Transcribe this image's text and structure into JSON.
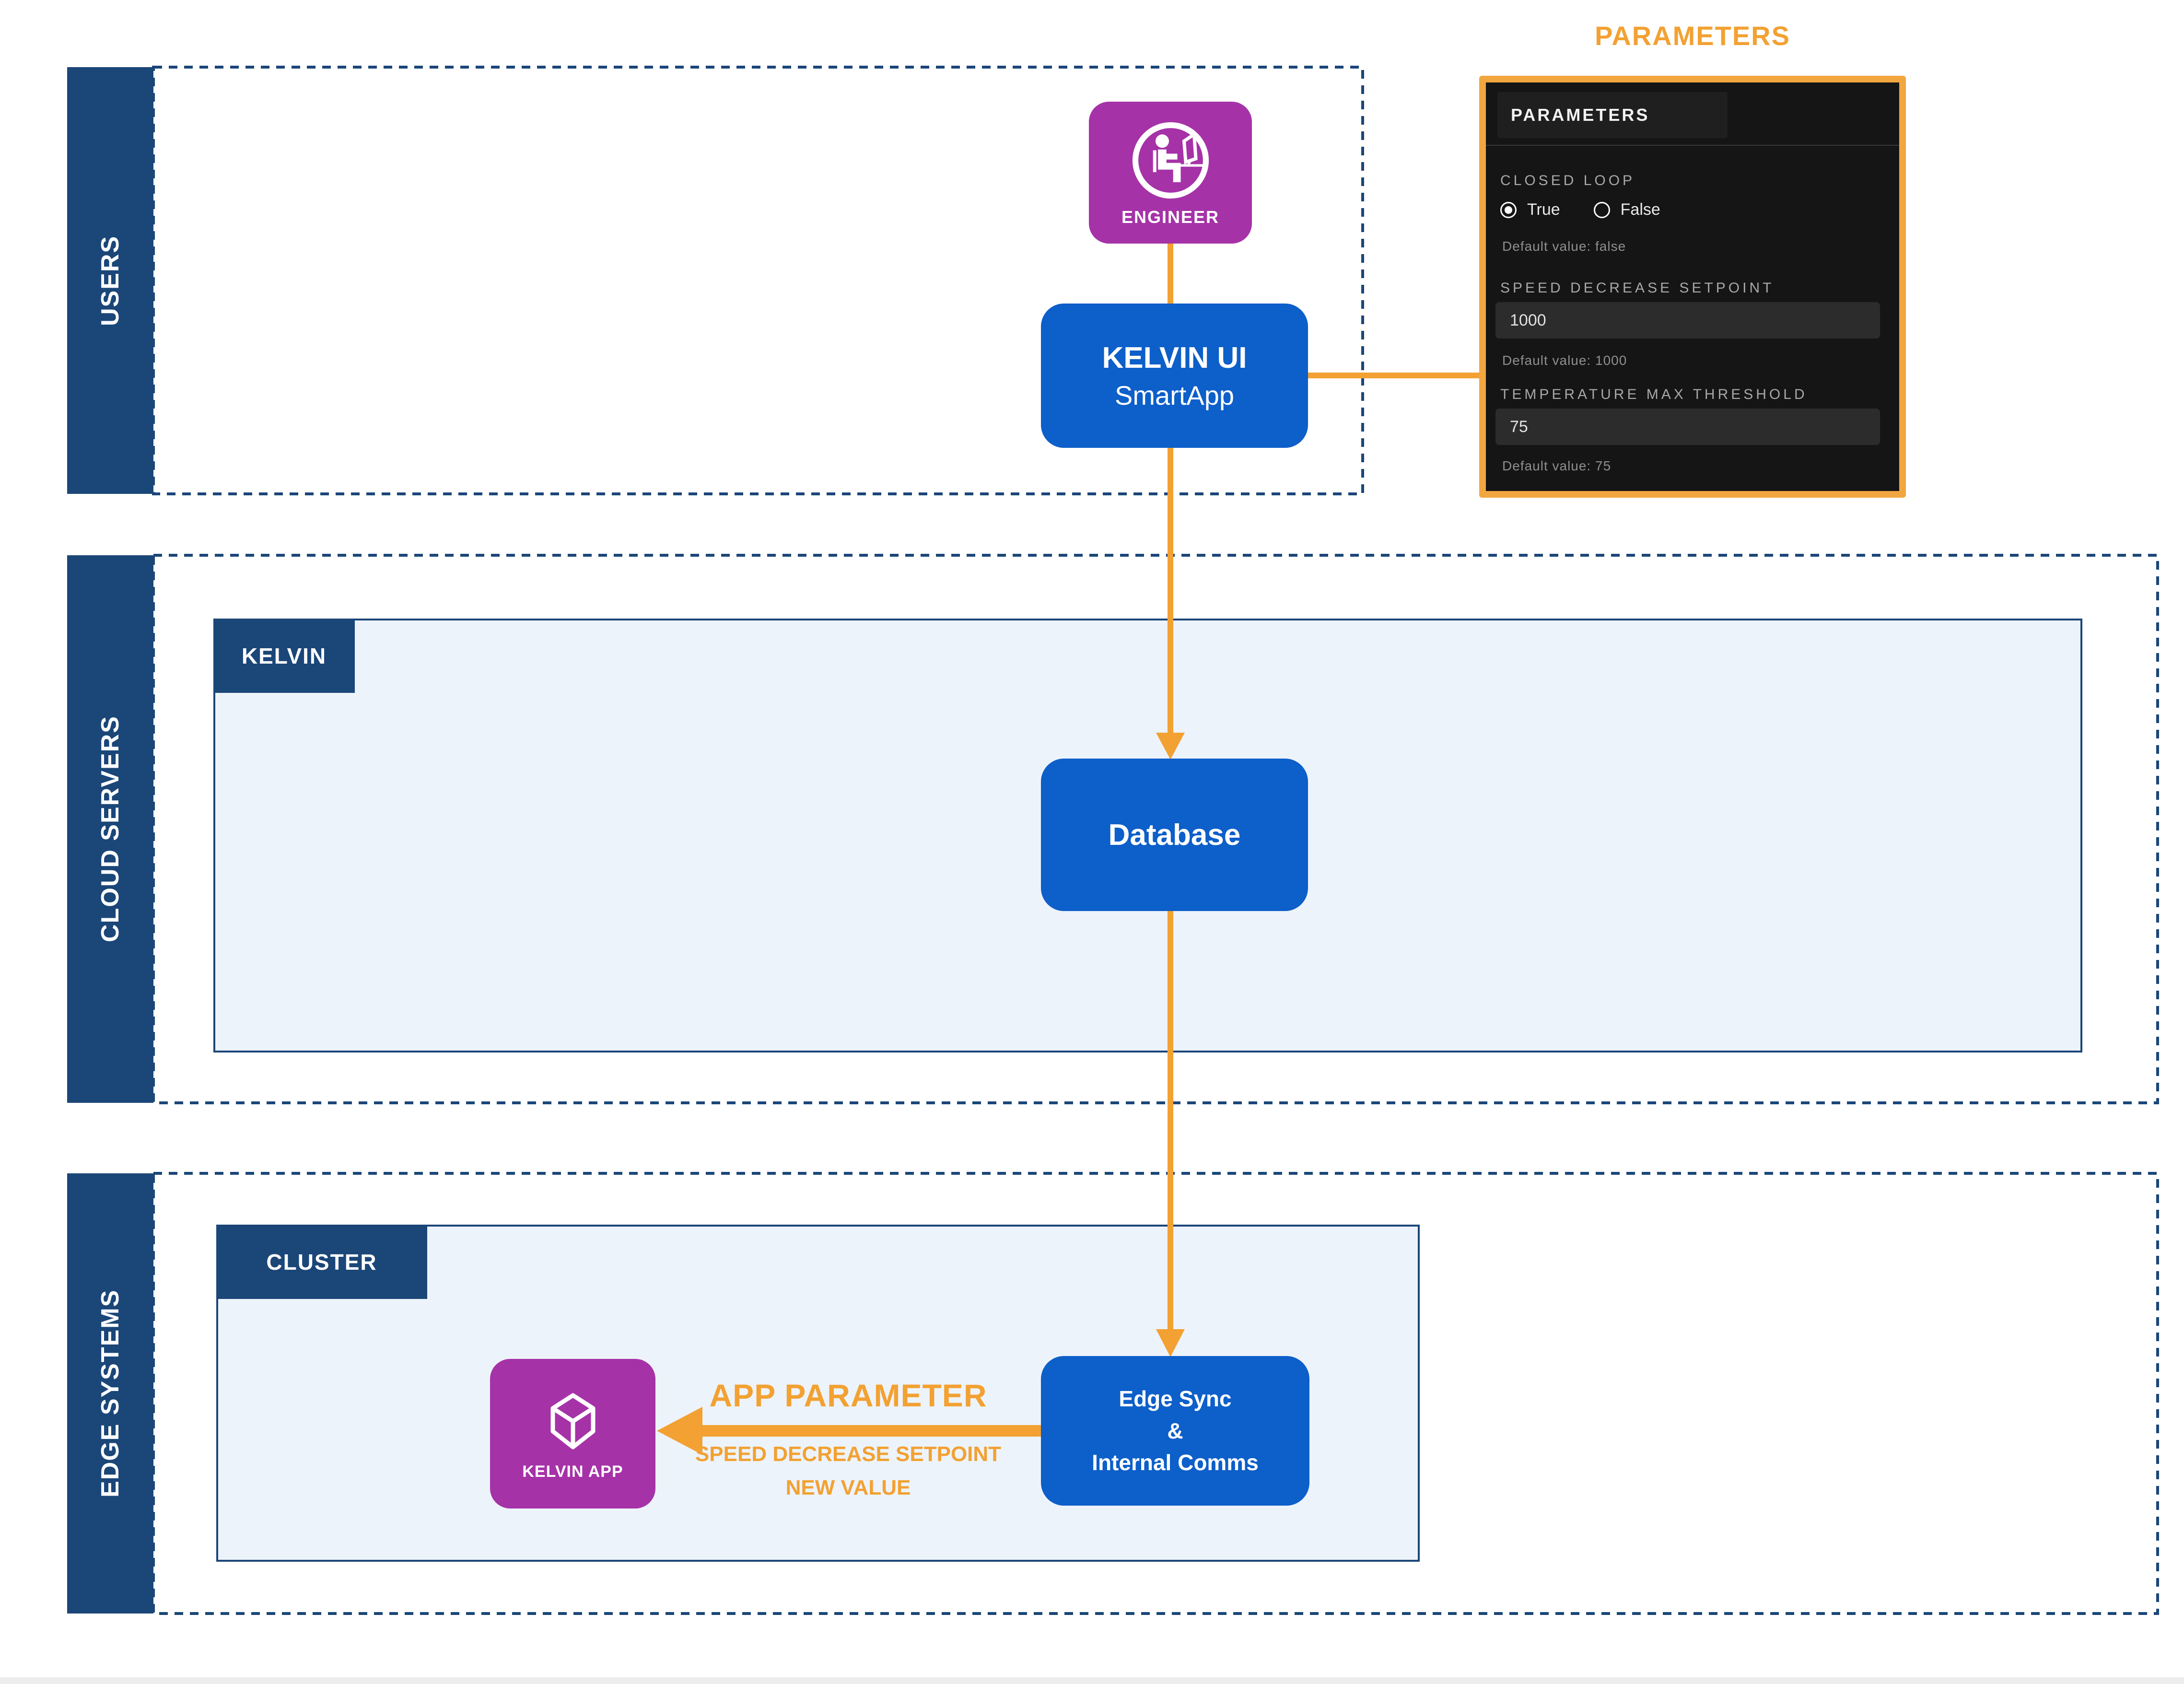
{
  "colors": {
    "navy": "#1B4678",
    "blue": "#0D5FC9",
    "purple": "#A632A8",
    "orange": "#F2A132",
    "panel_bg": "#EDF3FA",
    "dark_panel": "#151515"
  },
  "parameters_title": "PARAMETERS",
  "bands": [
    {
      "label": "USERS"
    },
    {
      "label": "CLOUD SERVERS"
    },
    {
      "label": "EDGE SYSTEMS"
    }
  ],
  "panels": {
    "kelvin": {
      "tab": "KELVIN"
    },
    "cluster": {
      "tab": "CLUSTER"
    }
  },
  "nodes": {
    "engineer": {
      "label": "ENGINEER"
    },
    "kelvin_ui": {
      "title": "KELVIN UI",
      "subtitle": "SmartApp"
    },
    "database": {
      "label": "Database"
    },
    "edge_sync": {
      "line1": "Edge Sync",
      "line2": "&",
      "line3": "Internal Comms"
    },
    "kelvin_app": {
      "label": "KELVIN APP"
    }
  },
  "flow": {
    "title": "APP PARAMETER",
    "detail1": "SPEED DECREASE SETPOINT",
    "detail2": "NEW VALUE"
  },
  "parameters_panel": {
    "header": "PARAMETERS",
    "closed_loop": {
      "label": "CLOSED LOOP",
      "option_true": "True",
      "option_false": "False",
      "selected": "True",
      "default_note": "Default value: false"
    },
    "speed_setpoint": {
      "label": "SPEED DECREASE SETPOINT",
      "value": "1000",
      "default_note": "Default value: 1000"
    },
    "temp_threshold": {
      "label": "TEMPERATURE MAX THRESHOLD",
      "value": "75",
      "default_note": "Default value: 75"
    }
  }
}
